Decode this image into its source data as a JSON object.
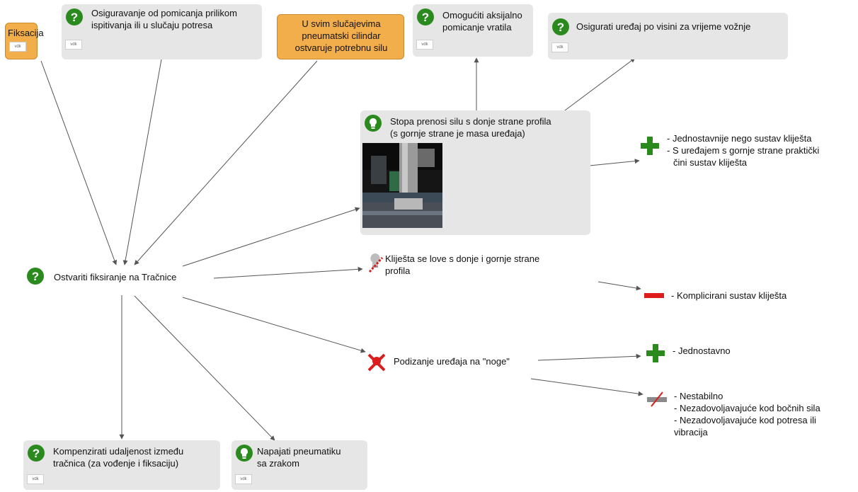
{
  "colors": {
    "card": "#e6e6e6",
    "orange": "#f2ae4a",
    "green": "#2b8a1e",
    "red": "#dd1c1c",
    "gray": "#8a8a8a"
  },
  "tag_text": "vdk",
  "nodes": {
    "fiksacija": "Fiksacija",
    "osiguravanje": {
      "line1": "Osiguravanje od pomicanja prilikom",
      "line2": "ispitivanja ili u slučaju potresa"
    },
    "pneumatski": {
      "line1": "U svim slučajevima",
      "line2": "pneumatski cilindar",
      "line3": "ostvaruje potrebnu silu"
    },
    "omoguciti": {
      "line1": "Omogućiti aksijalno",
      "line2": "pomicanje vratila"
    },
    "osigurati": "Osigurati uređaj po visini za vrijeme vožnje",
    "stopa": {
      "line1": "Stopa prenosi silu s donje strane profila",
      "line2": "(s gornje strane je masa uređaja)"
    },
    "ostvariti": "Ostvariti fiksiranje na Tračnice",
    "klijesta": {
      "line1": "Kliješta se love s donje i gornje strane",
      "line2": "profila"
    },
    "podizanje": "Podizanje uređaja na \"noge\"",
    "kompenzirati": {
      "line1": "Kompenzirati udaljenost između",
      "line2": "tračnica (za vođenje i fiksaciju)"
    },
    "napajati": {
      "line1": "Napajati pneumatiku",
      "line2": "sa zrakom"
    }
  },
  "args": {
    "pro_stopa": {
      "line1": "- Jednostavnije nego sustav kliješta",
      "line2": "- S uređajem s gornje strane praktički",
      "line3": "čini sustav kliješta"
    },
    "con_klijesta": "- Komplicirani sustav kliješta",
    "pro_podizanje": "- Jednostavno",
    "con_podizanje": {
      "line1": "- Nestabilno",
      "line2": "- Nezadovoljavajuće kod bočnih sila",
      "line3": "- Nezadovoljavajuće kod potresa ili",
      "line4": "vibracija"
    }
  }
}
